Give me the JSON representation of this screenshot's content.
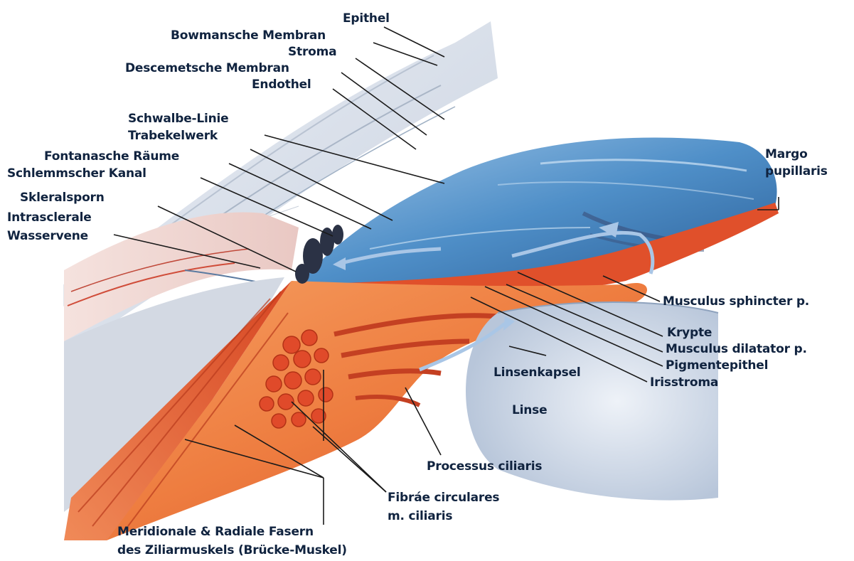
{
  "labels": {
    "epithel": "Epithel",
    "bowman": "Bowmansche Membran",
    "stroma": "Stroma",
    "descemet": "Descemetsche Membran",
    "endothel": "Endothel",
    "schwalbe": "Schwalbe-Linie",
    "trabekel": "Trabekelwerk",
    "fontana": "Fontanasche Räume",
    "schlemm": "Schlemmscher Kanal",
    "skleralsporn": "Skleralsporn",
    "intrasclerale_1": "Intrasclerale",
    "intrasclerale_2": "Wasservene",
    "margo_1": "Margo",
    "margo_2": "pupillaris",
    "sphincter": "Musculus sphincter p.",
    "krypte": "Krypte",
    "dilatator": "Musculus dilatator p.",
    "pigment": "Pigmentepithel",
    "irisstroma": "Irisstroma",
    "linsenkapsel": "Linsenkapsel",
    "linse": "Linse",
    "processus": "Processus ciliaris",
    "fibrae_1": "Fibráe circulares",
    "fibrae_2": "m. ciliaris",
    "meridionale_1": "Meridionale & Radiale Fasern",
    "meridionale_2": "des Ziliarmuskels (Brücke-Muskel)"
  }
}
